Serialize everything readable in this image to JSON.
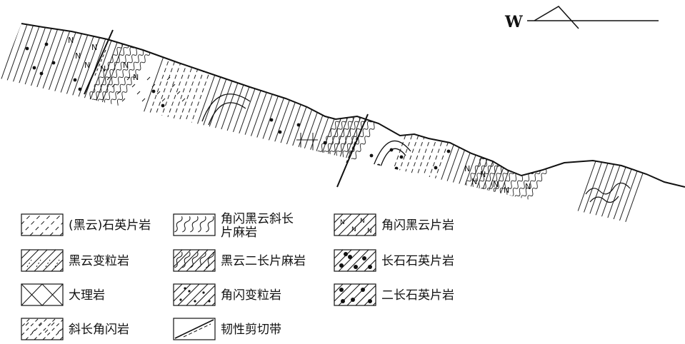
{
  "compass": {
    "direction": "W"
  },
  "legend": [
    {
      "key": "biotite-quartz-schist",
      "label": "(黑云)石英片岩",
      "pattern": "dash"
    },
    {
      "key": "hornblende-biotite-plagioclase-gneiss",
      "label_line1": "角闪黑云斜长",
      "label_line2": "片麻岩",
      "pattern": "wavy"
    },
    {
      "key": "hornblende-biotite-schist",
      "label": "角闪黑云片岩",
      "pattern": "n"
    },
    {
      "key": "biotite-leptynite",
      "label": "黑云变粒岩",
      "pattern": "diag-dash"
    },
    {
      "key": "biotite-two-feldspar-gneiss",
      "label": "黑云二长片麻岩",
      "pattern": "diag-wavy"
    },
    {
      "key": "feldspar-quartz-schist",
      "label": "长石石英片岩",
      "pattern": "diag-dots-big"
    },
    {
      "key": "marble",
      "label": "大理岩",
      "pattern": "cross"
    },
    {
      "key": "hornblende-leptynite",
      "label": "角闪变粒岩",
      "pattern": "diag-dots"
    },
    {
      "key": "two-feldspar-quartz-schist",
      "label": "二长石英片岩",
      "pattern": "dots"
    },
    {
      "key": "plagioclase-amphibolite",
      "label": "斜长角闪岩",
      "pattern": "ticks"
    },
    {
      "key": "ductile-shear-zone",
      "label": "韧性剪切带",
      "pattern": "shear"
    }
  ]
}
